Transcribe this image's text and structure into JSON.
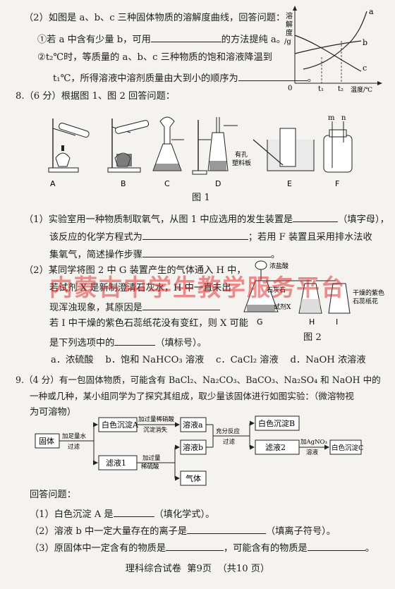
{
  "q7": {
    "part2_intro": "（2）如图是 a、b、c 三种固体物质的溶解度曲线，回答问题：",
    "sub1_text": "①若 a 中含有少量 b，可用",
    "sub1_after": "的方法提纯 a。",
    "sub2_text": "②t₂℃时，等质量的 a、b、c 三种物质的饱和溶液降温到",
    "sub2_cont": "t₁℃，所得溶液中溶剂质量由大到小的顺序为",
    "sub2_end": "。",
    "graph": {
      "ylabel": [
        "溶",
        "解",
        "度",
        "/g"
      ],
      "xlabel": "温度/℃",
      "origin": "0",
      "t1": "t₁",
      "t2": "t₂",
      "curve_a": "a",
      "curve_b": "b",
      "curve_c": "c"
    }
  },
  "q8": {
    "header": "8.（6 分）根据图 1、图 2 回答问题：",
    "fig1_labels": [
      "A",
      "B",
      "C",
      "D",
      "E",
      "F"
    ],
    "fig1_caption": "图 1",
    "d_note1": "有孔",
    "d_note2": "塑料板",
    "f_m": "m",
    "f_n": "n",
    "p1_l1": "（1）实验室用一种物质制取氧气，从图 1 中应选用的发生装置是",
    "p1_l1_end": "（填字母），",
    "p1_l2": "该反应的化学方程式为",
    "p1_l2_end": "；若用 F 装置且采用排水法收",
    "p1_l3": "集氧气，简述操作步骤",
    "p1_l3_end": "。",
    "p2_l1": "（2）某同学将图 2 中 G 装置产生的气体通入 H 中，",
    "p2_l2": "若试剂 X 是新制澄清石灰水，H 中一直未出",
    "p2_l3": "现浑浊现象，其原因是",
    "p2_l4": "若 I 中干燥的紫色石蕊纸花没有变红，则 X 可能",
    "p2_l5": "是下列选项中的",
    "p2_l5_end": "（填标号）。",
    "options": "a．浓硫酸    b．饱和 NaHCO₃ 溶液    c．CaCl₂ 溶液    d．NaOH 浓溶液",
    "fig2": {
      "acid": "浓盐酸",
      "stone": "石灰石",
      "reagent": "试剂X",
      "paper1": "干燥的紫色",
      "paper2": "石蕊纸花",
      "g": "G",
      "h": "H",
      "i": "I",
      "caption": "图 2"
    }
  },
  "q9": {
    "l1": "9.（4 分）有一包固体物质，可能含有 BaCl₂、Na₂CO₃、BaCO₃、Na₂SO₄ 和 NaOH 中的",
    "l2": "一种或几种，某小组同学为了探究其组成，取少量该固体进行如图实验：（微溶物视",
    "l3": "为可溶物）",
    "flow": {
      "solid": "固体",
      "add_water": "加足量水",
      "filter1": "过滤",
      "ppt_a": "白色沉淀A",
      "add_hno3": "加过量稀硝酸",
      "ppt_dissolve": "沉淀消失",
      "sol_a": "溶液a",
      "filtrate1": "滤液1",
      "add_hcl1": "加过量",
      "add_hcl2": "稀硫酸",
      "sol_b": "溶液b",
      "gas": "气体",
      "react": "充分反应",
      "filter2": "过滤",
      "ppt_b": "白色沉淀B",
      "filtrate2": "滤液2",
      "add_agno3": "加AgNO₃",
      "agno3_sol": "溶液",
      "ppt_c": "白色沉淀C"
    },
    "answer_header": "回答问题：",
    "a1": "（1）白色沉淀 A 是",
    "a1_end": "（填化学式）。",
    "a2": "（2）溶液 b 中一定大量存在的离子是",
    "a2_end": "（填离子符号）。",
    "a3": "（3）原固体中一定含有的物质是",
    "a3_mid": "，可能含有的物质是",
    "a3_end": "。"
  },
  "footer": "理科综合试卷  第9页  （共10 页）",
  "watermark": "内蒙古中学生教学服务平台"
}
